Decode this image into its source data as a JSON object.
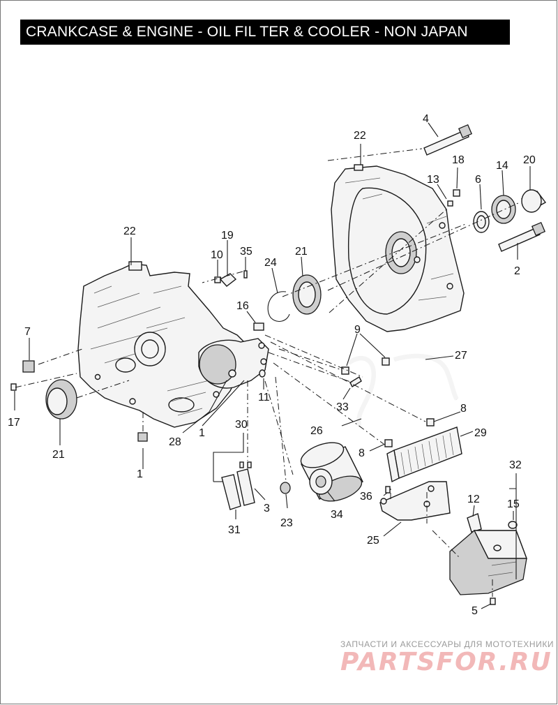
{
  "title": "CRANKCASE & ENGINE - OIL FIL TER & COOLER - NON JAPAN",
  "watermark": {
    "tagline": "ЗАПЧАСТИ И АКСЕССУАРЫ ДЛЯ МОТОТЕХНИКИ",
    "logo": "PARTSFOR.RU",
    "logo_color": "#f2b8b8"
  },
  "callouts": {
    "c4": "4",
    "c22a": "22",
    "c18": "18",
    "c13": "13",
    "c6": "6",
    "c14": "14",
    "c20": "20",
    "c2": "2",
    "c22b": "22",
    "c19": "19",
    "c10": "10",
    "c35": "35",
    "c24": "24",
    "c21a": "21",
    "c16": "16",
    "c7": "7",
    "c17": "17",
    "c21b": "21",
    "c9": "9",
    "c27": "27",
    "c11": "11",
    "c33": "33",
    "c8a": "8",
    "c26": "26",
    "c29": "29",
    "c8b": "8",
    "c28": "28",
    "c1a": "1",
    "c30": "30",
    "c1b": "1",
    "c32": "32",
    "c36": "36",
    "c12": "12",
    "c15": "15",
    "c3": "3",
    "c23": "23",
    "c34": "34",
    "c31": "31",
    "c25": "25",
    "c5": "5"
  }
}
